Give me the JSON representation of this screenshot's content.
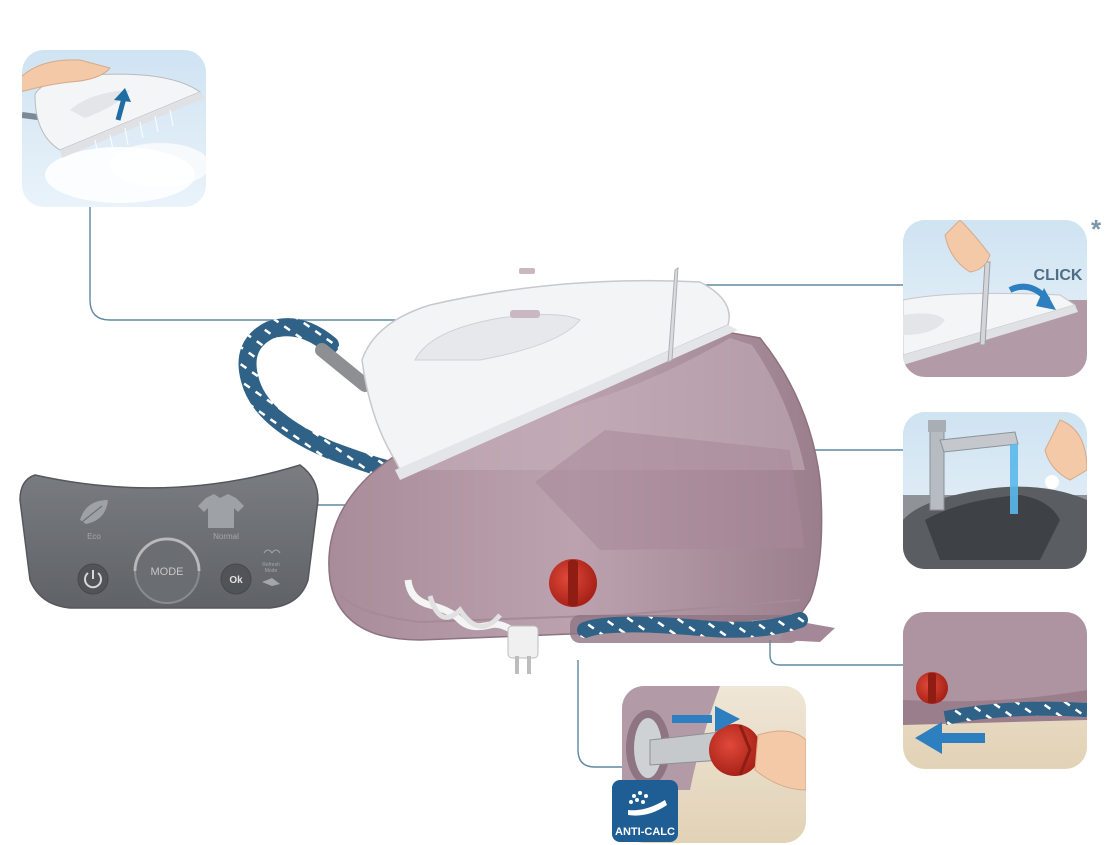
{
  "panel": {
    "eco_label": "Eco",
    "normal_label": "Normal",
    "mode_label": "MODE",
    "ok_label": "Ok",
    "refresh_label_line1": "Refresh",
    "refresh_label_line2": "Mode"
  },
  "callouts": {
    "click_label": "CLICK",
    "asterisk": "*",
    "anticalc_label": "ANTI-CALC"
  },
  "colors": {
    "body_mauve": "#b69aa6",
    "body_dark": "#8f7483",
    "iron_white": "#f3f4f6",
    "hose_blue": "#2f6286",
    "knob_red": "#c63227",
    "panel_grey": "#6d7074",
    "anticalc_blue": "#1f5d95",
    "callout_line": "#5f89a3",
    "arrow_blue": "#2d7fc0"
  },
  "icons": [
    "leaf-icon",
    "shirt-icon",
    "power-icon",
    "steam-refresh-icon",
    "anti-calc-icon"
  ]
}
